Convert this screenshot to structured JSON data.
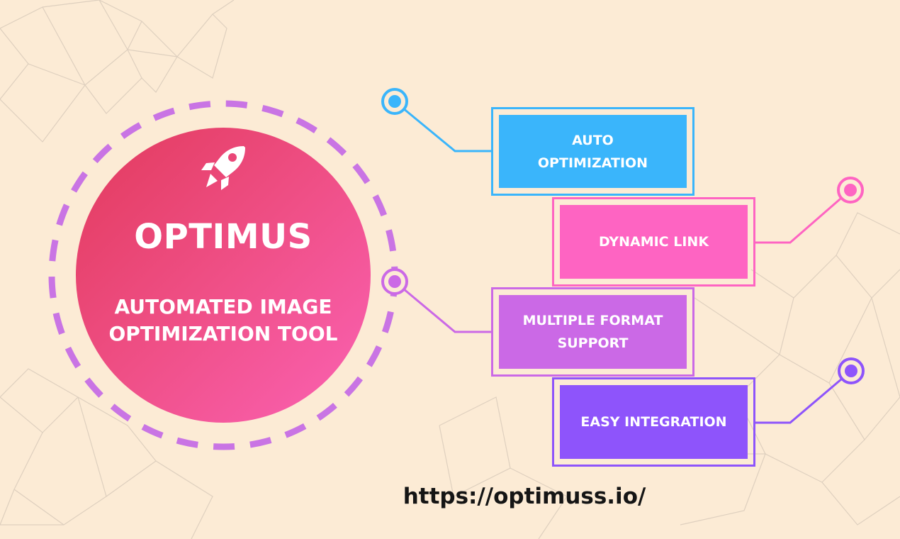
{
  "colors": {
    "background": "#fcebd5",
    "ring": "#c974e4",
    "auto": "#3ab5fb",
    "dynamic": "#fe64c2",
    "multiple": "#cb69e6",
    "easy": "#8e54fb"
  },
  "hero": {
    "icon": "rocket-icon",
    "title": "OPTIMUS",
    "subtitle_line1": "AUTOMATED IMAGE",
    "subtitle_line2": "OPTIMIZATION TOOL"
  },
  "features": [
    {
      "line1": "AUTO",
      "line2": "OPTIMIZATION"
    },
    {
      "line1": "DYNAMIC LINK",
      "line2": ""
    },
    {
      "line1": "MULTIPLE FORMAT",
      "line2": "SUPPORT"
    },
    {
      "line1": "EASY INTEGRATION",
      "line2": ""
    }
  ],
  "url": "https://optimuss.io/"
}
